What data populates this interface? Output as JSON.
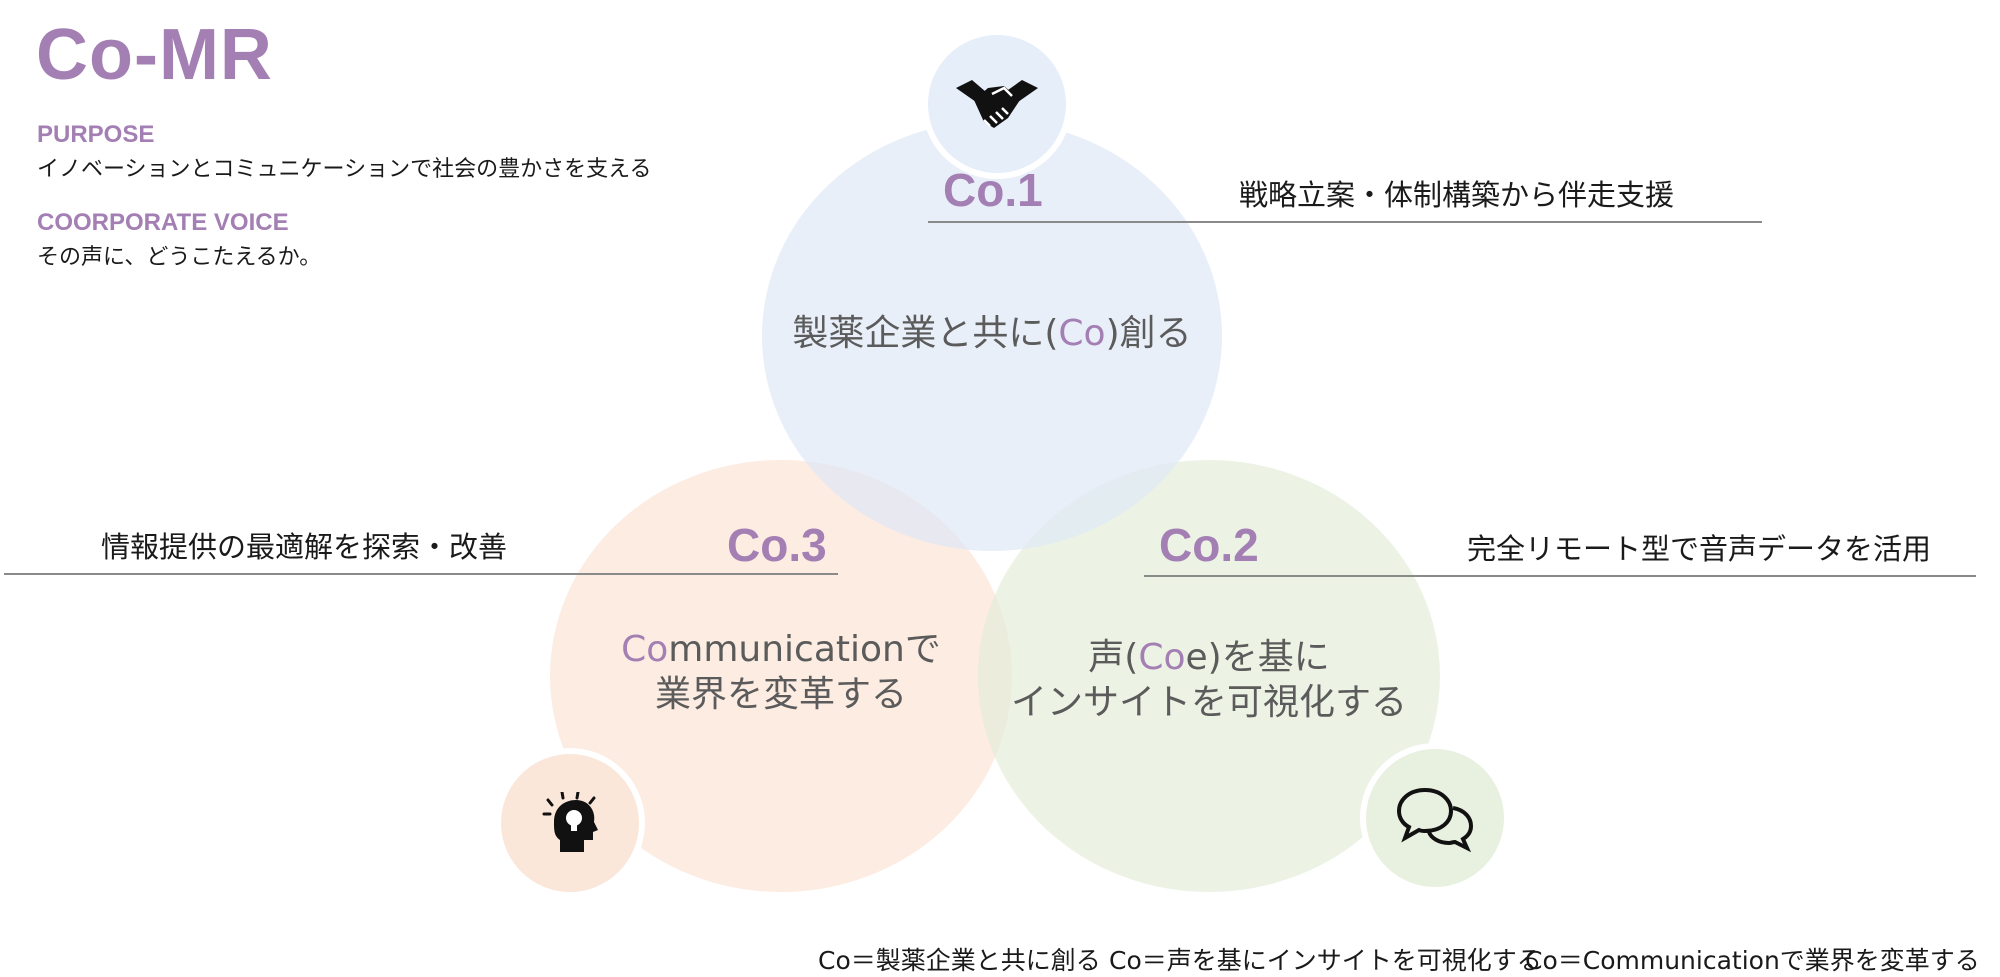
{
  "header": {
    "brand": "Co-MR",
    "purpose_label": "PURPOSE",
    "purpose_text": "イノベーションとコミュニケーションで社会の豊かさを支える",
    "voice_label": "COORPORATE VOICE",
    "voice_text": "その声に、どうこたえるか。"
  },
  "diagram": {
    "co1": {
      "label": "Co.1",
      "description": "戦略立案・体制構築から伴走支援",
      "center_pre": "製薬企業と共に(",
      "center_hl": "Co",
      "center_post": ")創る",
      "icon": "handshake-icon",
      "color": "#e9f0fa"
    },
    "co2": {
      "label": "Co.2",
      "description": "完全リモート型で音声データを活用",
      "center_line1_pre": "声(",
      "center_line1_hl": "Co",
      "center_line1_post": "e)を基に",
      "center_line2": "インサイトを可視化する",
      "icon": "speech-bubbles-icon",
      "color": "#edf3e6"
    },
    "co3": {
      "label": "Co.3",
      "description": "情報提供の最適解を探索・改善",
      "center_line1_hl": "Co",
      "center_line1_post": "mmunicationで",
      "center_line2": "業界を変革する",
      "icon": "lightbulb-head-icon",
      "color": "#fcece3"
    }
  },
  "footer": {
    "item1": "Co＝製薬企業と共に創る",
    "item2": "Co＝声を基にインサイトを可視化する",
    "item3": "Co＝Communicationで業界を変革する"
  }
}
